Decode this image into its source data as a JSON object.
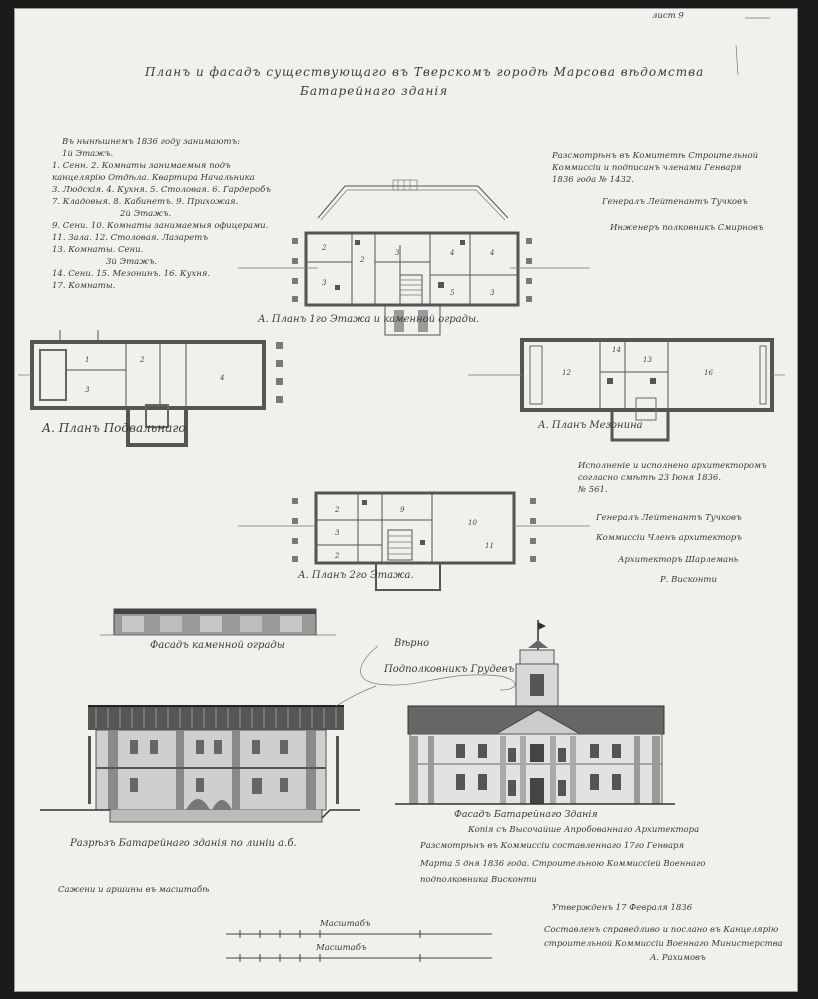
{
  "sheet": {
    "corner_mark": "лист 9",
    "title_line1": "Планъ и фасадъ существующаго въ Тверскомъ городѣ Марсова вѣдомства",
    "title_line2": "Батарейнаго зданія"
  },
  "legend": {
    "heading": "Въ нынѣшнемъ 1836 году занимаютъ:",
    "floor1": "1й Этажъ.",
    "line1": "1. Сенн. 2. Комнаты занимаемыя подъ",
    "line2": "канцелярію Отдѣла. Квартира Начальника",
    "line3": "3. Людскія. 4. Кухня. 5. Столовая. 6. Гардеробъ",
    "line4": "7. Кладовыя. 8. Кабинетъ. 9. Прихожая.",
    "floor2": "2й Этажъ.",
    "line5": "9. Сени. 10. Комнаты занимаемыя офицерами.",
    "line6": "11. Зала. 12. Столовая. Лазаретъ",
    "line7": "13. Комнаты. Сени.",
    "floor3": "3й Этажъ.",
    "line8": "14. Сени. 15. Мезонинъ. 16. Кухня.",
    "line9": "17. Комнаты."
  },
  "notes_right": {
    "note1_a": "Разсмотрѣнъ въ Комитетѣ Строительной",
    "note1_b": "Коммиссіи и подписанъ членами Генваря",
    "note1_c": "1836 года № 1432.",
    "note2_a": "Генералъ Лейтенантъ Тучковъ",
    "note2_b": "Инженеръ полковникъ Смирновъ",
    "note3_a": "Исполненіе и исполнено архитекторомъ",
    "note3_b": "согласно смѣтѣ 23 Іюня 1836.",
    "note3_c": "№ 561.",
    "note4_a": "Генералъ Лейтенантъ Тучковъ",
    "note4_b": "Коммиссіи Членъ архитекторъ",
    "note4_c": "Архитекторъ Шарлемань",
    "note4_d": "Р. Висконти"
  },
  "drawings": {
    "plan1_label": "А. Планъ 1го Этажа и каменной ограды.",
    "basement_label": "А. Планъ Подвальнаго",
    "mezz_label": "А. Планъ Мезонина",
    "plan2_label": "А. Планъ 2го Этажа.",
    "fence_label": "Фасадъ каменной ограды",
    "section_label": "Разрѣзъ Батарейнаго зданія по линіи а.б.",
    "facade_label": "Фасадъ Батарейнаго Зданія",
    "scale_label": "Сажени и аршины въ масштабѣ"
  },
  "stamp": {
    "line1": "Вѣрно",
    "line2": "Подполковникъ Грудевъ"
  },
  "bottom_notes": {
    "a1": "Копія съ Высочайше Апробованнаго Архитектора",
    "a2": "Разсмотрѣнъ въ Коммиссіи составленнаго 17го Генваря",
    "a3": "Марта 5 дня 1836 года. Строительною Коммиссіей Военнаго",
    "a4": "подполковника Висконти",
    "b1": "Утвержденъ 17 Февраля 1836",
    "c1": "Составленъ справедливо и послано въ Канцелярію",
    "c2": "строительной Коммиссіи Военнаго Министерства",
    "c3": "А. Рахимовъ"
  },
  "scale_bar": {
    "upper_label": "Масштабъ",
    "lower_label": "Масштабъ"
  }
}
